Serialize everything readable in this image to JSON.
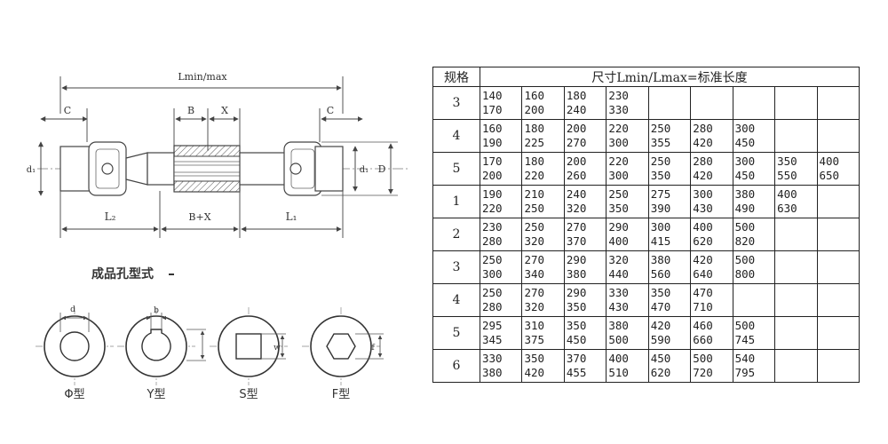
{
  "drawing": {
    "dims": {
      "overall": "Lmin/max",
      "c_left": "C",
      "c_right": "C",
      "b": "B",
      "x": "X",
      "d1_left": "d₁",
      "d1_right": "d₁",
      "d": "D",
      "l2": "L₂",
      "bx": "B+X",
      "l1": "L₁"
    },
    "section_title": "成品孔型式",
    "bores": [
      {
        "dim": "d",
        "label": "Φ型"
      },
      {
        "dim": "b",
        "label": "Y型"
      },
      {
        "dim": "w",
        "label": "S型"
      },
      {
        "dim": "f",
        "label": "F型"
      }
    ]
  },
  "table": {
    "header_spec": "规格",
    "header_dims": "尺寸Lmin/Lmax=标准长度",
    "rows": [
      {
        "spec": "3",
        "pairs": [
          [
            "140",
            "170"
          ],
          [
            "160",
            "200"
          ],
          [
            "180",
            "240"
          ],
          [
            "230",
            "330"
          ]
        ]
      },
      {
        "spec": "4",
        "pairs": [
          [
            "160",
            "190"
          ],
          [
            "180",
            "225"
          ],
          [
            "200",
            "270"
          ],
          [
            "220",
            "300"
          ],
          [
            "250",
            "355"
          ],
          [
            "280",
            "420"
          ],
          [
            "300",
            "450"
          ]
        ]
      },
      {
        "spec": "5",
        "pairs": [
          [
            "170",
            "200"
          ],
          [
            "180",
            "220"
          ],
          [
            "200",
            "260"
          ],
          [
            "220",
            "300"
          ],
          [
            "250",
            "350"
          ],
          [
            "280",
            "420"
          ],
          [
            "300",
            "450"
          ],
          [
            "350",
            "550"
          ],
          [
            "400",
            "650"
          ]
        ]
      },
      {
        "spec": "1",
        "pairs": [
          [
            "190",
            "220"
          ],
          [
            "210",
            "250"
          ],
          [
            "240",
            "320"
          ],
          [
            "250",
            "350"
          ],
          [
            "275",
            "390"
          ],
          [
            "300",
            "430"
          ],
          [
            "380",
            "490"
          ],
          [
            "400",
            "630"
          ]
        ]
      },
      {
        "spec": "2",
        "pairs": [
          [
            "230",
            "280"
          ],
          [
            "250",
            "320"
          ],
          [
            "270",
            "370"
          ],
          [
            "290",
            "400"
          ],
          [
            "300",
            "415"
          ],
          [
            "400",
            "620"
          ],
          [
            "500",
            "820"
          ]
        ]
      },
      {
        "spec": "3",
        "pairs": [
          [
            "250",
            "300"
          ],
          [
            "270",
            "340"
          ],
          [
            "290",
            "380"
          ],
          [
            "320",
            "440"
          ],
          [
            "380",
            "560"
          ],
          [
            "420",
            "640"
          ],
          [
            "500",
            "800"
          ]
        ]
      },
      {
        "spec": "4",
        "pairs": [
          [
            "250",
            "280"
          ],
          [
            "270",
            "320"
          ],
          [
            "290",
            "350"
          ],
          [
            "330",
            "430"
          ],
          [
            "350",
            "470"
          ],
          [
            "470",
            "710"
          ]
        ]
      },
      {
        "spec": "5",
        "pairs": [
          [
            "295",
            "345"
          ],
          [
            "310",
            "375"
          ],
          [
            "350",
            "450"
          ],
          [
            "380",
            "500"
          ],
          [
            "420",
            "590"
          ],
          [
            "460",
            "660"
          ],
          [
            "500",
            "745"
          ]
        ]
      },
      {
        "spec": "6",
        "pairs": [
          [
            "330",
            "380"
          ],
          [
            "350",
            "420"
          ],
          [
            "370",
            "455"
          ],
          [
            "400",
            "510"
          ],
          [
            "450",
            "620"
          ],
          [
            "500",
            "720"
          ],
          [
            "540",
            "795"
          ]
        ]
      }
    ]
  }
}
